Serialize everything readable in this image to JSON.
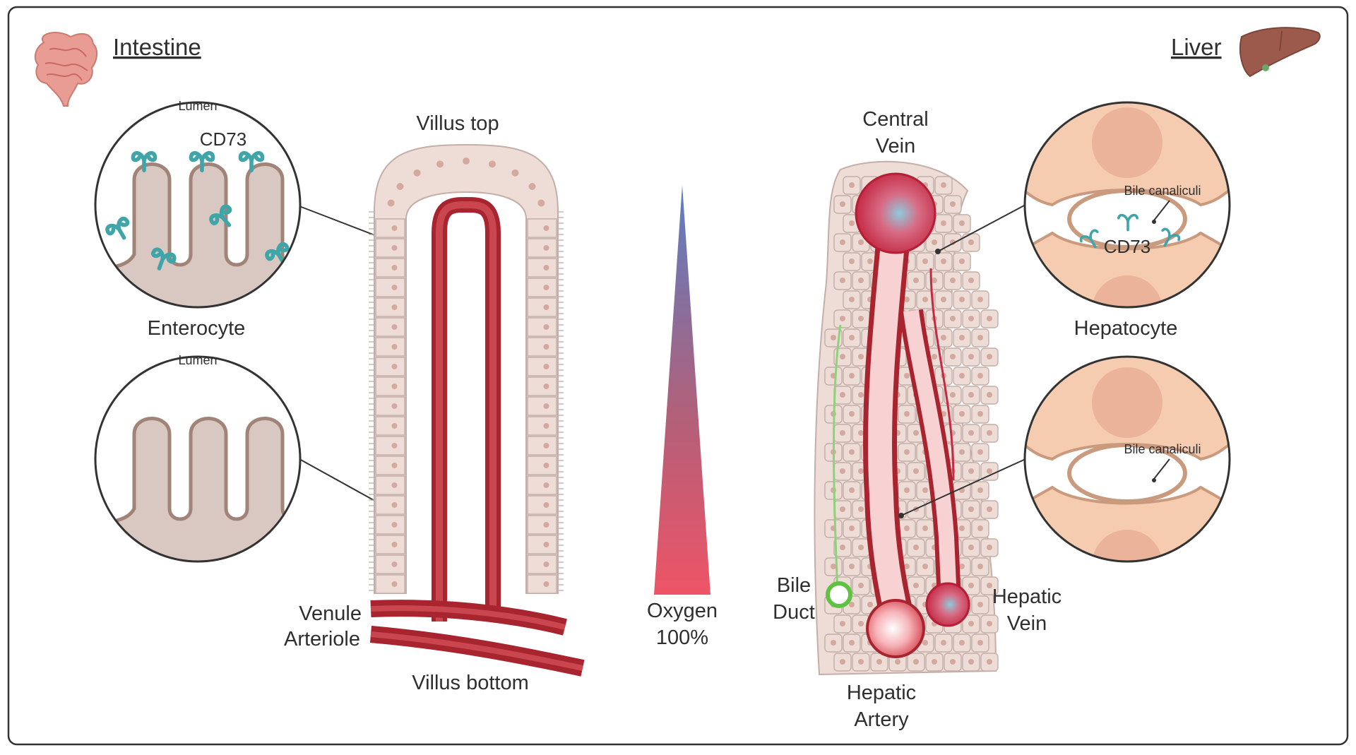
{
  "intestine": {
    "header": "Intestine",
    "lumen_top": "Lumen",
    "cd73": "CD73",
    "enterocyte": "Enterocyte",
    "lumen_bottom": "Lumen",
    "villus_top": "Villus top",
    "venule": "Venule",
    "arteriole": "Arteriole",
    "villus_bottom": "Villus bottom"
  },
  "gradient": {
    "label_line1": "Oxygen",
    "label_line2": "100%",
    "color_top": "#5b7fc4",
    "color_bottom": "#ee5466"
  },
  "liver": {
    "header": "Liver",
    "central_vein_line1": "Central",
    "central_vein_line2": "Vein",
    "bile_canaliculi_top": "Bile canaliculi",
    "cd73": "CD73",
    "hepatocyte": "Hepatocyte",
    "bile_canaliculi_bottom": "Bile canaliculi",
    "bile_duct_line1": "Bile",
    "bile_duct_line2": "Duct",
    "hepatic_vein_line1": "Hepatic",
    "hepatic_vein_line2": "Vein",
    "hepatic_artery_line1": "Hepatic",
    "hepatic_artery_line2": "Artery"
  },
  "colors": {
    "vessel": "#a8242f",
    "vessel_fill": "#c9464f",
    "cell_fill": "#eeddd7",
    "cell_stroke": "#c4aea8",
    "villus_fill": "#d9c8c2",
    "villus_stroke": "#a18478",
    "cd73": "#3fa5a8",
    "hepatocyte": "#f6ccb0",
    "hepatocyte_stroke": "#c99a7e",
    "bile_duct": "#5fc243"
  }
}
